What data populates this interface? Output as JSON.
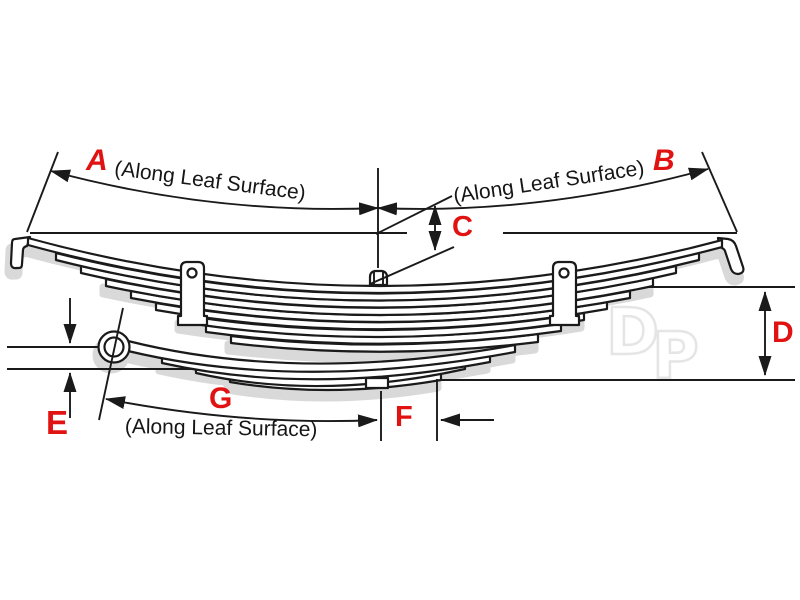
{
  "diagram": {
    "title_meaning": "Leaf spring measurement diagram",
    "labels": {
      "a": "A",
      "b": "B",
      "c": "C",
      "d": "D",
      "e": "E",
      "f": "F",
      "g": "G"
    },
    "annotations": {
      "along_a": "(Along Leaf Surface)",
      "along_b": "(Along Leaf Surface)",
      "along_g": "(Along Leaf Surface)"
    },
    "watermark": {
      "letter1": "D",
      "letter2": "P"
    },
    "colors": {
      "label_red": "#e01212",
      "line_black": "#1a1a1a",
      "leaf_fill": "#ffffff",
      "shadow_gray": "#d9d9d9",
      "watermark_gray": "#e5e5e5",
      "background": "#ffffff"
    }
  }
}
